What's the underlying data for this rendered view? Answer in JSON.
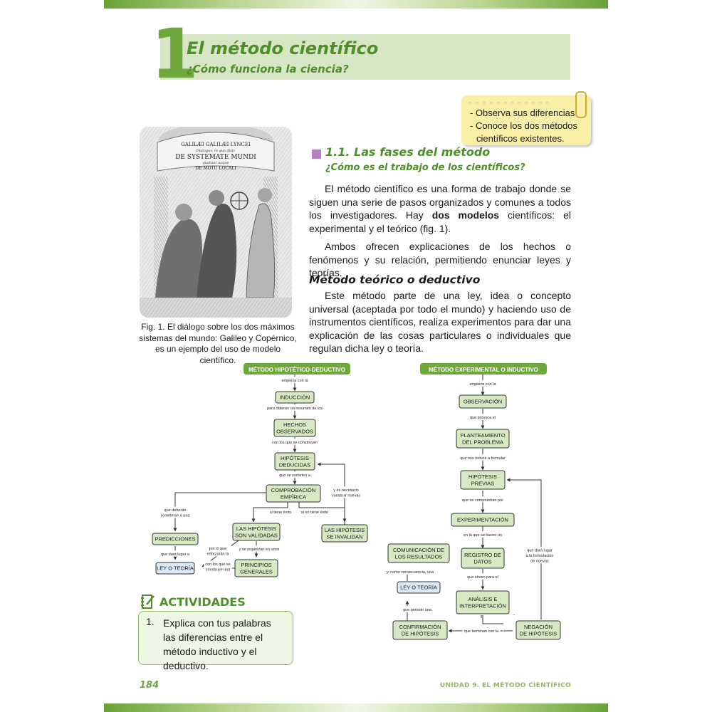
{
  "header": {
    "number": "1",
    "title": "El método científico",
    "subtitle": "¿Cómo funciona la ciencia?"
  },
  "note": {
    "items": [
      "- Observa sus diferencias.",
      "- Conoce los dos métodos",
      "científicos existentes."
    ]
  },
  "figure": {
    "book_lines": [
      "GALILÆI GALILÆI LYNCEI",
      "Dialogus, in quo dislc",
      "DE SYSTEMATE MUNDI",
      "quatuor usque",
      "DE MOTU LOCALI"
    ],
    "caption": "Fig. 1. El diálogo sobre los dos máximos sistemas del mundo: Galileo y Copérnico, es un ejemplo del uso de modelo científico."
  },
  "section": {
    "title": "1.1. Las fases del método",
    "subtitle": "¿Cómo es el trabajo de los científicos?",
    "para1_a": "El método científico es una forma de trabajo donde se siguen una serie de pasos organizados y comunes a todos los investigadores. Hay ",
    "para1_bold": "dos modelos",
    "para1_b": " científicos: el experimental y el teórico (fig. 1).",
    "para2": "Ambos ofrecen explicaciones de los hechos o fenómenos y su relación, permitiendo enunciar leyes y teorías.",
    "subheading": "Método teórico o deductivo",
    "para3": "Este método parte de una ley, idea o concepto universal (aceptada por todo el mundo) y haciendo uso de instrumentos científicos, realiza experimentos para dar una explicación de las cosas particulares o individuales que regulan dicha ley o teoría."
  },
  "diagram_left": {
    "title": "MÉTODO HIPOTÉTICO-DEDUCTIVO",
    "nodes": {
      "induccion": [
        "INDUCCIÓN"
      ],
      "hechos": [
        "HECHOS",
        "OBSERVADOS"
      ],
      "hipotesis": [
        "HIPÓTESIS",
        "DEDUCIDAS"
      ],
      "comprobacion": [
        "COMPROBACIÓN",
        "EMPÍRICA"
      ],
      "validadas": [
        "LAS HIPÓTESIS",
        "SON VALIDADAS"
      ],
      "invalidan": [
        "LAS HIPÓTESIS",
        "SE INVALIDAN"
      ],
      "predicciones": [
        "PREDICCIONES"
      ],
      "ley": [
        "LEY O TEORÍA"
      ],
      "principios": [
        "PRINCIPIOS",
        "GENERALES"
      ]
    },
    "labels": {
      "empieza": [
        "empieza con la"
      ],
      "resumen": [
        "para obtener un resumen de los"
      ],
      "construyen": [
        "con los que se construyen"
      ],
      "someten": [
        "que se someten a"
      ],
      "necesario": [
        "y es necesario",
        "construir nuevas"
      ],
      "si_exito": [
        "si tiene éxito"
      ],
      "no_exito": [
        "si no tiene éxito"
      ],
      "deberan": [
        "que deberán",
        "someterse a una"
      ],
      "dara": [
        "que dará lugar a"
      ],
      "reforzaran": [
        "por lo que",
        "reforzarán la"
      ],
      "organizan": [
        "y se organizan en unos"
      ],
      "construye": [
        "con los que se",
        "construye una"
      ]
    }
  },
  "diagram_right": {
    "title": "MÉTODO EXPERIMENTAL O INDUCTIVO",
    "nodes": {
      "observacion": [
        "OBSERVACIÓN"
      ],
      "planteamiento": [
        "PLANTEAMIENTO",
        "DEL PROBLEMA"
      ],
      "hipotesis": [
        "HIPÓTESIS",
        "PREVIAS"
      ],
      "experimentacion": [
        "EXPERIMENTACIÓN"
      ],
      "registro": [
        "REGISTRO DE",
        "DATOS"
      ],
      "comunicacion": [
        "COMUNICACIÓN DE",
        "LOS RESULTADOS"
      ],
      "ley": [
        "LEY O TEORÍA"
      ],
      "analisis": [
        "ANÁLISIS E",
        "INTERPRETACIÓN"
      ],
      "confirmacion": [
        "CONFIRMACIÓN",
        "DE HIPÓTESIS"
      ],
      "negacion": [
        "NEGACIÓN",
        "DE HIPÓTESIS"
      ]
    },
    "labels": {
      "empieza": [
        "empieza con la"
      ],
      "provoca": [
        "que provoca el"
      ],
      "induce": [
        "que nos induce a formular"
      ],
      "comprueban": [
        "que se comprueban por"
      ],
      "hacen": [
        "en la que se hacen un"
      ],
      "sirven": [
        "que sirven para el"
      ],
      "consecuencia": [
        "y, como consecuencia, una"
      ],
      "permite": [
        "que permite una"
      ],
      "terminan": [
        "que terminan con la"
      ],
      "dara": [
        "que dará lugar",
        "a la formulación",
        "de nuevas"
      ]
    }
  },
  "activities": {
    "title": "ACTIVIDADES",
    "number": "1.",
    "text": "Explica con tus palabras las diferencias entre el método inductivo y el deductivo."
  },
  "footer": {
    "page": "184",
    "unit": "UNIDAD 9. EL MÉTODO CIENTÍFICO"
  },
  "colors": {
    "green_dark": "#4f8f2a",
    "green_accent": "#6ea83a",
    "node_fill": "#d7e8c3",
    "node_blue": "#dbeaf7",
    "note_yellow": "#f9efa6",
    "section_square": "#b383bd"
  }
}
